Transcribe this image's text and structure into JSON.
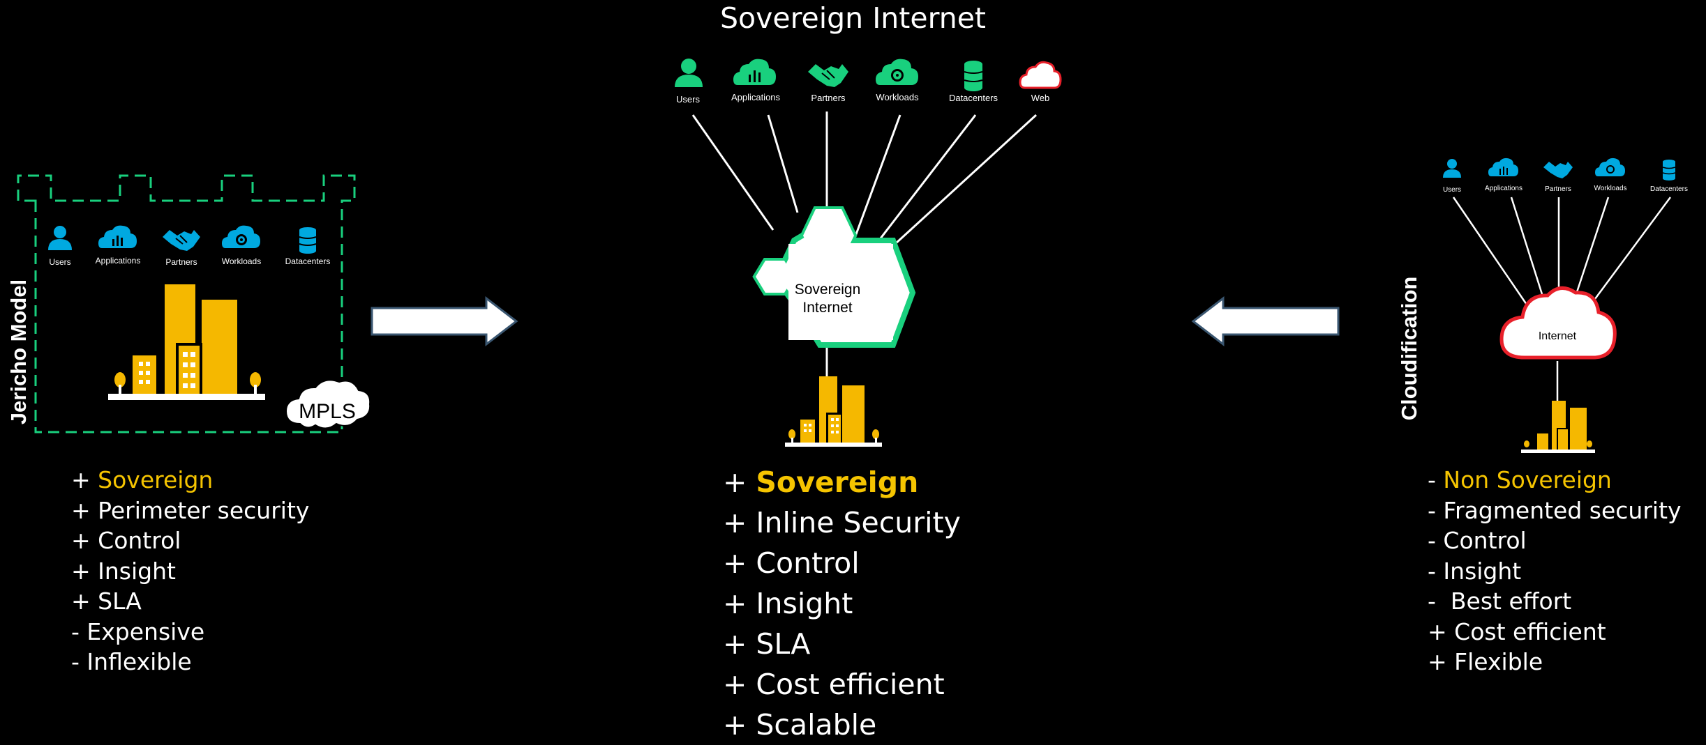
{
  "title": "Sovereign Internet",
  "left": {
    "side_label": "Jericho Model",
    "icon_labels": [
      "Users",
      "Applications",
      "Partners",
      "Workloads",
      "Datacenters"
    ],
    "mpls_label": "MPLS",
    "points": [
      {
        "sign": "+",
        "text": "Sovereign",
        "highlight": true
      },
      {
        "sign": "+",
        "text": "Perimeter security",
        "highlight": false
      },
      {
        "sign": "+",
        "text": "Control",
        "highlight": false
      },
      {
        "sign": "+",
        "text": "Insight",
        "highlight": false
      },
      {
        "sign": "+",
        "text": "SLA",
        "highlight": false
      },
      {
        "sign": "-",
        "text": "Expensive",
        "highlight": false
      },
      {
        "sign": "-",
        "text": "Inflexible",
        "highlight": false
      }
    ]
  },
  "center": {
    "icon_labels": [
      "Users",
      "Applications",
      "Partners",
      "Workloads",
      "Datacenters",
      "Web"
    ],
    "hub_label_line1": "Sovereign",
    "hub_label_line2": "Internet",
    "points": [
      {
        "sign": "+",
        "text": "Sovereign",
        "highlight": true
      },
      {
        "sign": "+",
        "text": "Inline Security",
        "highlight": false
      },
      {
        "sign": "+",
        "text": "Control",
        "highlight": false
      },
      {
        "sign": "+",
        "text": "Insight",
        "highlight": false
      },
      {
        "sign": "+",
        "text": "SLA",
        "highlight": false
      },
      {
        "sign": "+",
        "text": "Cost efficient",
        "highlight": false
      },
      {
        "sign": "+",
        "text": "Scalable",
        "highlight": false
      }
    ]
  },
  "right": {
    "side_label": "Cloudification",
    "icon_labels": [
      "Users",
      "Applications",
      "Partners",
      "Workloads",
      "Datacenters"
    ],
    "cloud_label": "Internet",
    "points": [
      {
        "sign": "-",
        "text": "Non Sovereign",
        "highlight": true
      },
      {
        "sign": "-",
        "text": "Fragmented security",
        "highlight": false
      },
      {
        "sign": "-",
        "text": "Control",
        "highlight": false
      },
      {
        "sign": "-",
        "text": "Insight",
        "highlight": false
      },
      {
        "sign": "-",
        "text": " Best effort",
        "highlight": false
      },
      {
        "sign": "+",
        "text": "Cost efficient",
        "highlight": false
      },
      {
        "sign": "+",
        "text": "Flexible",
        "highlight": false
      }
    ]
  },
  "colors": {
    "background": "#000000",
    "left_icons": "#00a9e0",
    "center_icons": "#19d07e",
    "right_icons": "#00a9e0",
    "web_icon": "#e8202a",
    "hub_border": "#19d07e",
    "perimeter_dash": "#19d07e",
    "internet_cloud_border": "#e8202a",
    "building": "#f5b800",
    "highlight_text": "#f5c400",
    "arrow_fill": "#ffffff",
    "arrow_border": "#3a5670"
  }
}
